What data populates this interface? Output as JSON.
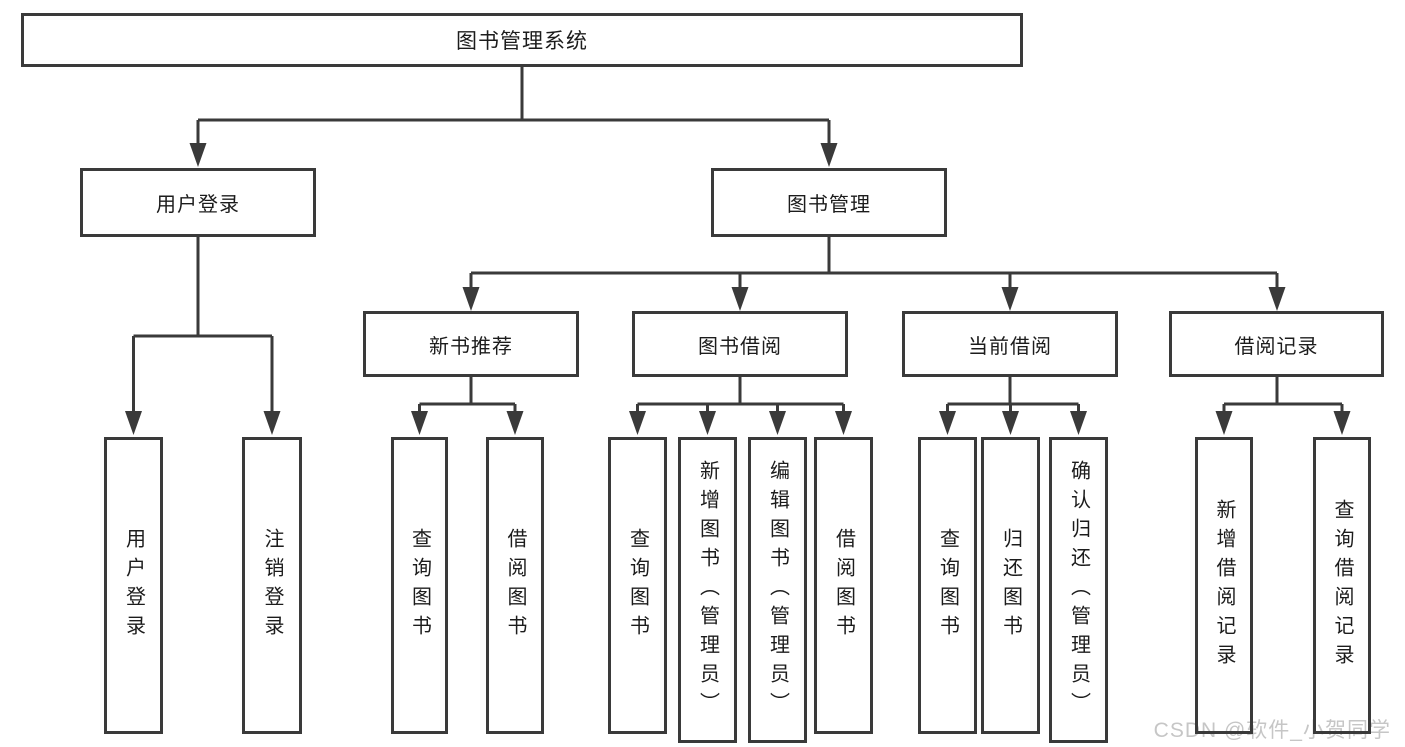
{
  "diagram": {
    "root": "图书管理系统",
    "level1": {
      "user_login": "用户登录",
      "book_management": "图书管理"
    },
    "level2": {
      "new_book_recommend": "新书推荐",
      "book_borrowing": "图书借阅",
      "current_borrowing": "当前借阅",
      "borrowing_records": "借阅记录"
    },
    "leaves": {
      "user_login": "用户登录",
      "logout": "注销登录",
      "nb_query_books": "查询图书",
      "nb_borrow_books": "借阅图书",
      "bb_query_books": "查询图书",
      "bb_add_books_admin": "新增图书（管理员）",
      "bb_edit_books_admin": "编辑图书（管理员）",
      "bb_borrow_books": "借阅图书",
      "cb_query_books": "查询图书",
      "cb_return_books": "归还图书",
      "cb_confirm_return_admin": "确认归还（管理员）",
      "br_add_record": "新增借阅记录",
      "br_query_record": "查询借阅记录"
    }
  },
  "watermark": {
    "text": "CSDN @软件_小贺同学"
  },
  "colors": {
    "line": "#3a3a3a",
    "text": "#1c1c1c",
    "watermark": "#c6c6c6",
    "background": "#ffffff"
  }
}
